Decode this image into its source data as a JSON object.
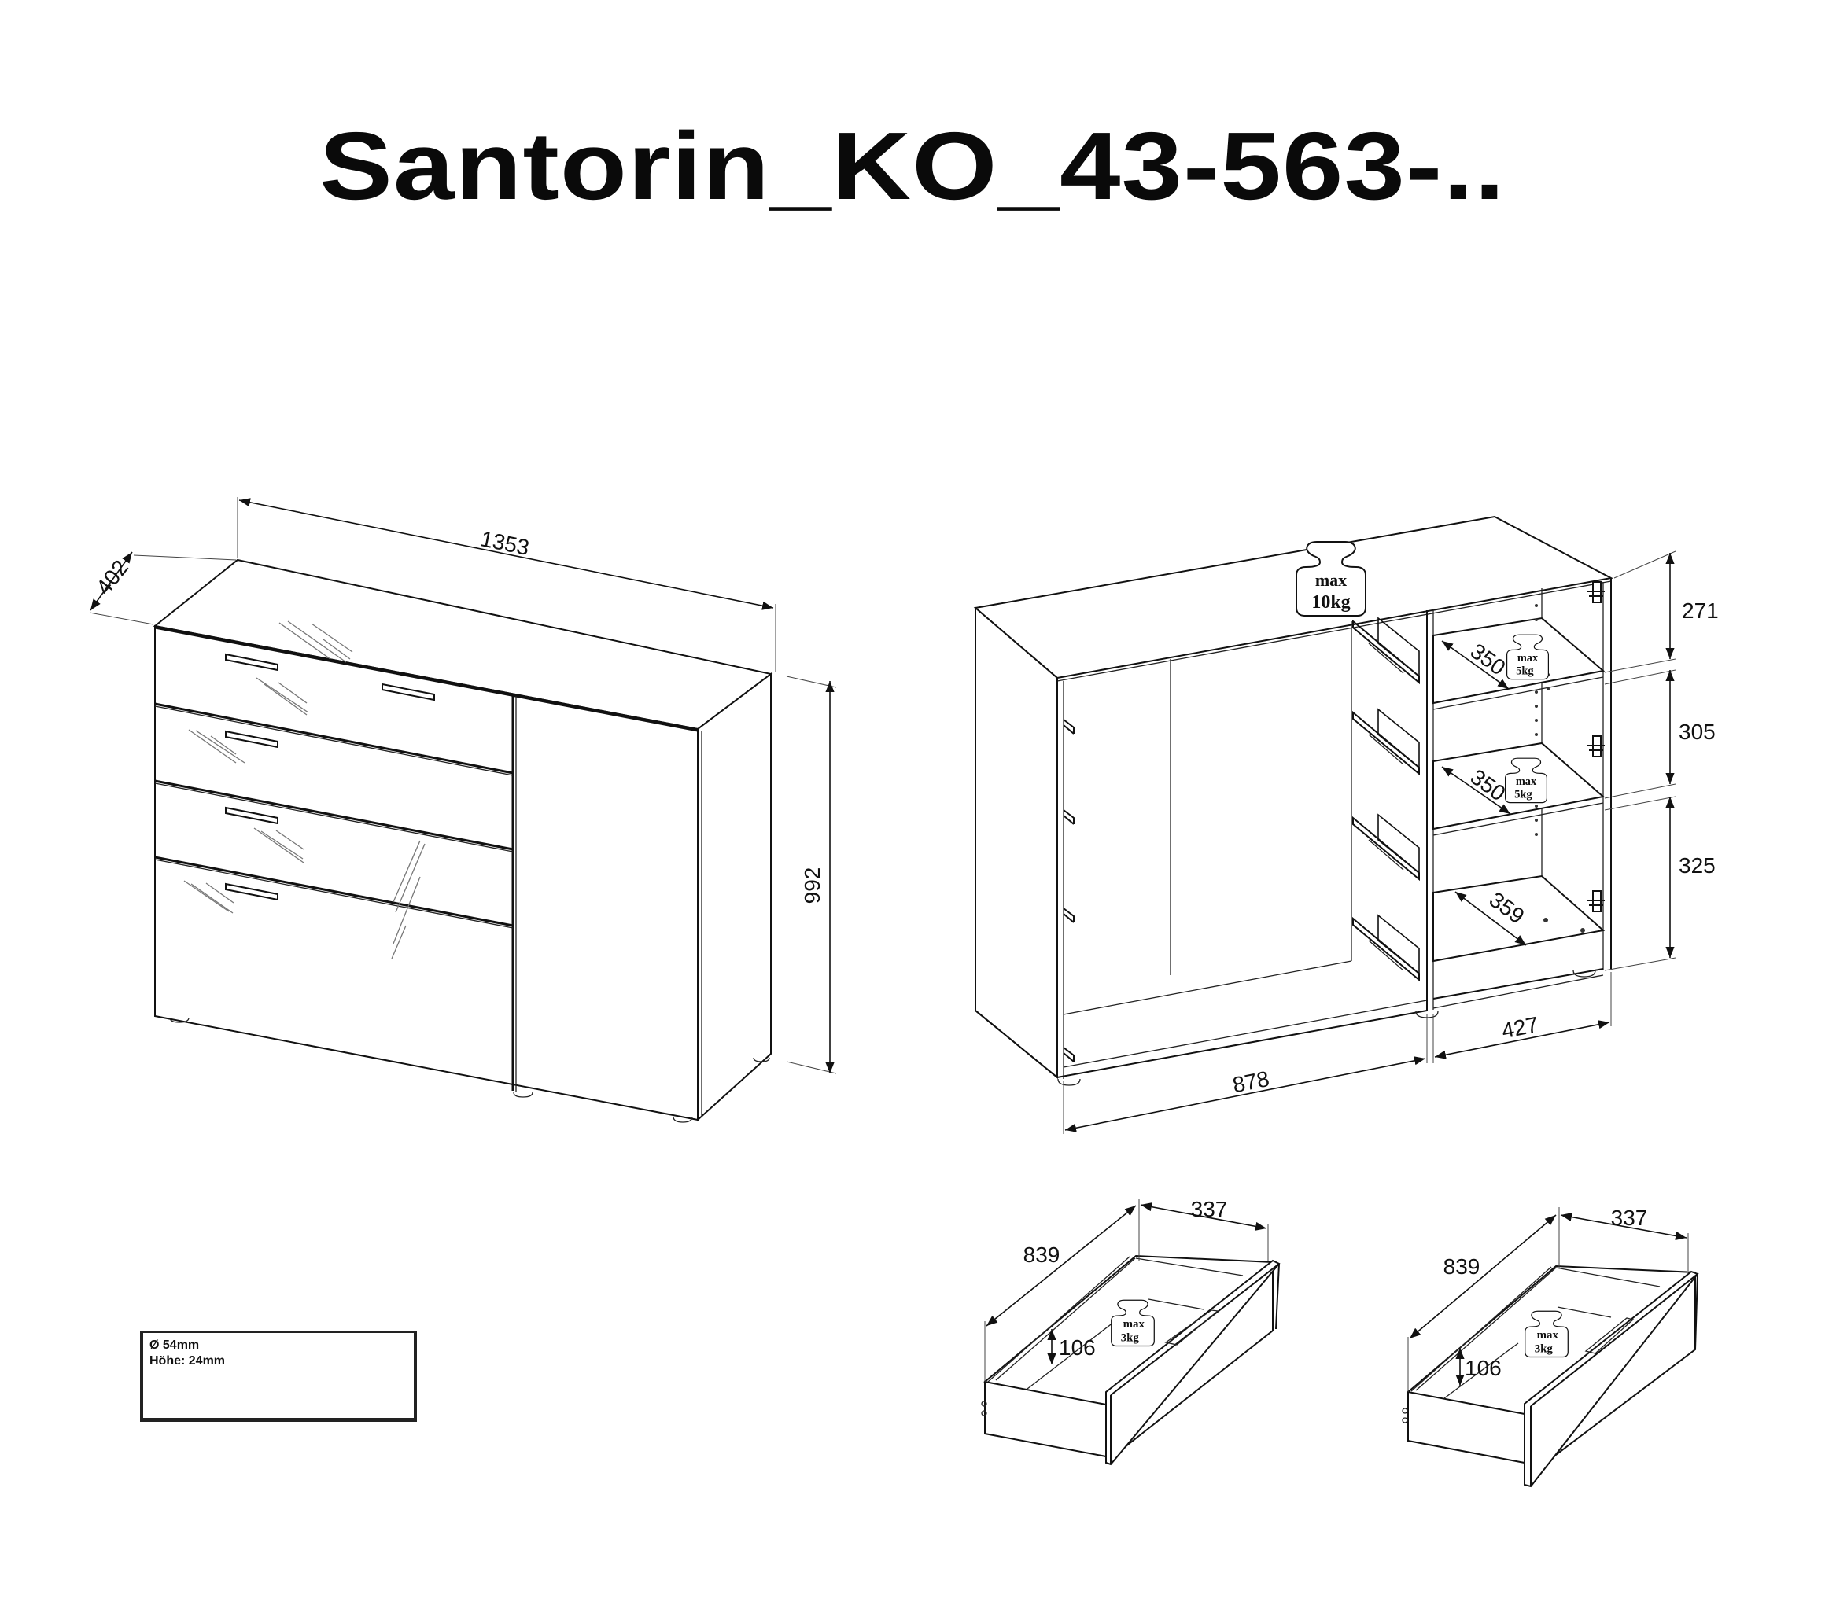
{
  "title": "Santorin_KO_43-563-..",
  "closed_view": {
    "dimensions": {
      "width": "1353",
      "depth": "402",
      "height": "992"
    },
    "drawers_count": 4,
    "doors_count": 1
  },
  "open_view": {
    "top_load": {
      "line1": "max",
      "line2": "10kg"
    },
    "shelf_load_1": {
      "line1": "max",
      "line2": "5kg"
    },
    "shelf_load_2": {
      "line1": "max",
      "line2": "5kg"
    },
    "shelf_depth_1": "350",
    "shelf_depth_2": "350",
    "bottom_depth": "359",
    "compartment_heights": [
      "271",
      "305",
      "325"
    ],
    "drawer_section_width": "878",
    "door_section_width": "427"
  },
  "drawers": [
    {
      "length": "839",
      "width": "337",
      "height": "106",
      "load_line1": "max",
      "load_line2": "3kg"
    },
    {
      "length": "839",
      "width": "337",
      "height": "106",
      "load_line1": "max",
      "load_line2": "3kg"
    }
  ],
  "foot_legend": {
    "diameter": "Ø 54mm",
    "height": "Höhe: 24mm"
  }
}
